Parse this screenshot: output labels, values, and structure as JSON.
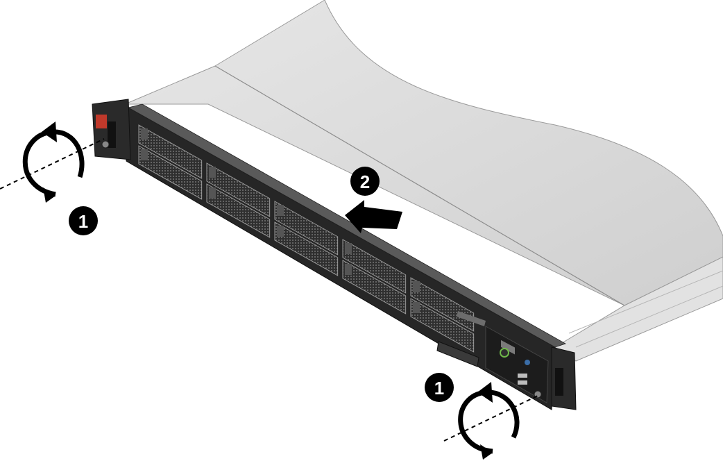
{
  "figure": {
    "kind": "server-rack-removal-diagram",
    "steps": [
      {
        "number": "1",
        "action": "unscrew-left-bracket",
        "icon": "counterclockwise-arrow-icon"
      },
      {
        "number": "2",
        "action": "slide-server-out",
        "icon": "left-arrow-icon"
      },
      {
        "number": "1",
        "action": "unscrew-right-bracket",
        "icon": "counterclockwise-arrow-icon"
      }
    ],
    "drive_bays": 10,
    "colors": {
      "chassis_top": "#d6d6d6",
      "chassis_side": "#e3e3e3",
      "front_panel": "#2b2b2b",
      "bay": "#3a3a3a",
      "callout": "#000000",
      "callout_text": "#ffffff",
      "power_led": "#6fb84a",
      "brand_tag": "#c0392b"
    }
  }
}
